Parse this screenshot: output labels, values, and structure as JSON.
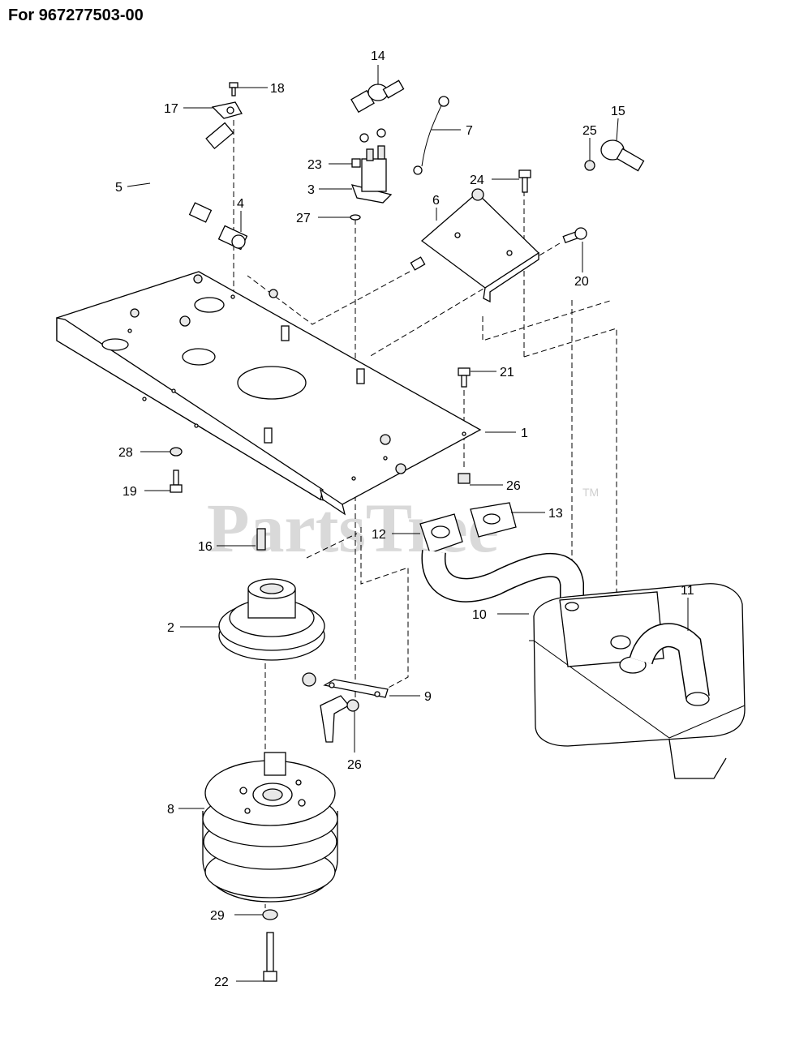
{
  "header": {
    "title": "For 967277503-00"
  },
  "watermark": {
    "text": "PartsTree",
    "trademark": "TM"
  },
  "callouts": {
    "c1": "1",
    "c2": "2",
    "c3": "3",
    "c4": "4",
    "c5": "5",
    "c6": "6",
    "c7": "7",
    "c8": "8",
    "c9": "9",
    "c10": "10",
    "c11": "11",
    "c12": "12",
    "c13": "13",
    "c14": "14",
    "c15": "15",
    "c16": "16",
    "c17": "17",
    "c18": "18",
    "c19": "19",
    "c20": "20",
    "c21": "21",
    "c22": "22",
    "c23": "23",
    "c24": "24",
    "c25": "25",
    "c26a": "26",
    "c26b": "26",
    "c27": "27",
    "c28": "28",
    "c29": "29"
  }
}
